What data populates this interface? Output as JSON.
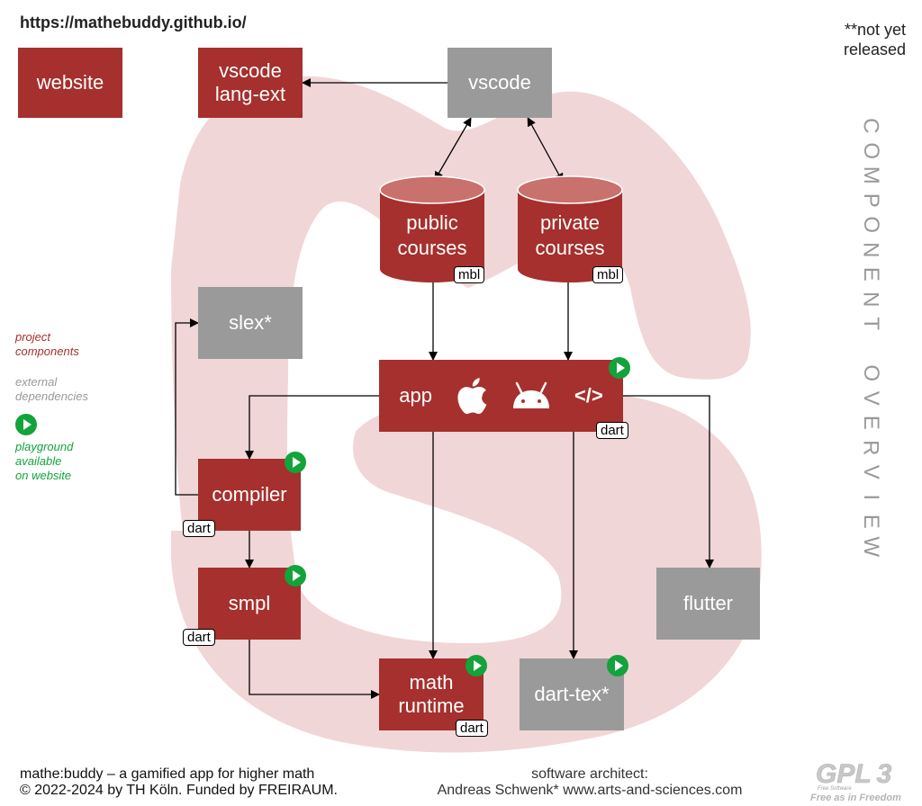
{
  "header": {
    "url": "https://mathebuddy.github.io/",
    "note": "**not yet\nreleased"
  },
  "vertical_title": "COMPONENT OVERVIEW",
  "colors": {
    "project": "#a5302d",
    "external": "#9a9a9a",
    "playground": "#12a33a",
    "background_shape": "#f1d6d7"
  },
  "legend": {
    "project": "project\ncomponents",
    "external": "external\ndependencies",
    "playground": "playground\navailable\non website"
  },
  "nodes": {
    "website": {
      "label": "website",
      "kind": "project"
    },
    "vscode_lang_ext": {
      "label": "vscode\nlang-ext",
      "kind": "project"
    },
    "vscode": {
      "label": "vscode",
      "kind": "external"
    },
    "public_courses": {
      "label": "public\ncourses",
      "kind": "project",
      "tag": "mbl"
    },
    "private_courses": {
      "label": "private\ncourses",
      "kind": "project",
      "tag": "mbl"
    },
    "slex": {
      "label": "slex*",
      "kind": "external"
    },
    "app": {
      "label": "app",
      "kind": "project",
      "tag": "dart",
      "playground": true,
      "platform_icons": [
        "apple-icon",
        "android-icon",
        "web-code-icon"
      ],
      "code_glyph": "</>"
    },
    "compiler": {
      "label": "compiler",
      "kind": "project",
      "tag": "dart",
      "playground": true
    },
    "smpl": {
      "label": "smpl",
      "kind": "project",
      "tag": "dart",
      "playground": true
    },
    "math_runtime": {
      "label": "math\nruntime",
      "kind": "project",
      "tag": "dart",
      "playground": true
    },
    "dart_tex": {
      "label": "dart-tex*",
      "kind": "external",
      "playground": true
    },
    "flutter": {
      "label": "flutter",
      "kind": "external"
    }
  },
  "edges": [
    {
      "from": "vscode",
      "to": "vscode_lang_ext",
      "type": "directed"
    },
    {
      "from": "vscode",
      "to": "public_courses",
      "type": "bidirectional"
    },
    {
      "from": "vscode",
      "to": "private_courses",
      "type": "bidirectional"
    },
    {
      "from": "public_courses",
      "to": "app",
      "type": "directed"
    },
    {
      "from": "private_courses",
      "to": "app",
      "type": "directed"
    },
    {
      "from": "app",
      "to": "compiler",
      "type": "directed"
    },
    {
      "from": "app",
      "to": "math_runtime",
      "type": "directed"
    },
    {
      "from": "app",
      "to": "dart_tex",
      "type": "directed"
    },
    {
      "from": "app",
      "to": "flutter",
      "type": "directed"
    },
    {
      "from": "compiler",
      "to": "slex",
      "type": "directed"
    },
    {
      "from": "compiler",
      "to": "smpl",
      "type": "directed"
    },
    {
      "from": "smpl",
      "to": "math_runtime",
      "type": "directed"
    }
  ],
  "footer": {
    "left": "mathe:buddy – a gamified app for higher math\n© 2022-2024 by TH Köln. Funded by FREIRAUM.",
    "center": "software architect:\nAndreas Schwenk* www.arts-and-sciences.com",
    "license_logo": "GPLv3",
    "license_small": "Free Software",
    "license_tagline": "Free as in Freedom"
  }
}
